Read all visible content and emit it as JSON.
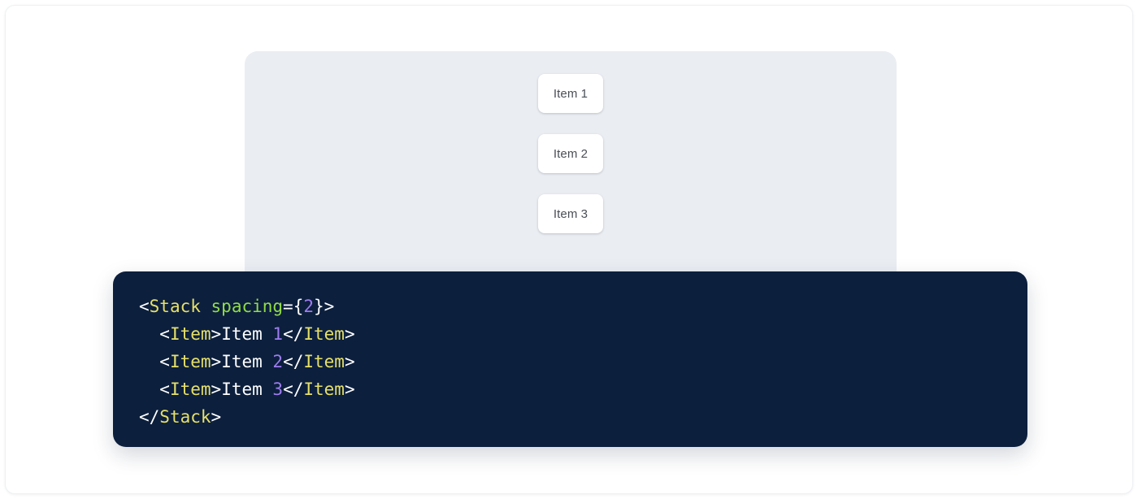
{
  "colors": {
    "page_background": "#ffffff",
    "preview_background": "#eaedf2",
    "item_background": "#ffffff",
    "item_text": "#4a4f57",
    "code_background": "#0c1f3d",
    "code_punctuation": "#ffffff",
    "code_tag": "#e6e069",
    "code_attribute": "#91dd46",
    "code_number": "#9d7cf0",
    "code_text": "#ffffff"
  },
  "preview": {
    "component": "Stack",
    "items": [
      {
        "label": "Item 1"
      },
      {
        "label": "Item 2"
      },
      {
        "label": "Item 3"
      }
    ]
  },
  "code": {
    "language": "jsx",
    "lines": [
      {
        "indent": 0,
        "tokens": [
          {
            "text": "<",
            "type": "punct"
          },
          {
            "text": "Stack",
            "type": "tag"
          },
          {
            "text": " ",
            "type": "punct"
          },
          {
            "text": "spacing",
            "type": "attr"
          },
          {
            "text": "={",
            "type": "punct"
          },
          {
            "text": "2",
            "type": "num"
          },
          {
            "text": "}>",
            "type": "punct"
          }
        ]
      },
      {
        "indent": 1,
        "tokens": [
          {
            "text": "<",
            "type": "punct"
          },
          {
            "text": "Item",
            "type": "tag"
          },
          {
            "text": ">",
            "type": "punct"
          },
          {
            "text": "Item ",
            "type": "text"
          },
          {
            "text": "1",
            "type": "num"
          },
          {
            "text": "</",
            "type": "punct"
          },
          {
            "text": "Item",
            "type": "tag"
          },
          {
            "text": ">",
            "type": "punct"
          }
        ]
      },
      {
        "indent": 1,
        "tokens": [
          {
            "text": "<",
            "type": "punct"
          },
          {
            "text": "Item",
            "type": "tag"
          },
          {
            "text": ">",
            "type": "punct"
          },
          {
            "text": "Item ",
            "type": "text"
          },
          {
            "text": "2",
            "type": "num"
          },
          {
            "text": "</",
            "type": "punct"
          },
          {
            "text": "Item",
            "type": "tag"
          },
          {
            "text": ">",
            "type": "punct"
          }
        ]
      },
      {
        "indent": 1,
        "tokens": [
          {
            "text": "<",
            "type": "punct"
          },
          {
            "text": "Item",
            "type": "tag"
          },
          {
            "text": ">",
            "type": "punct"
          },
          {
            "text": "Item ",
            "type": "text"
          },
          {
            "text": "3",
            "type": "num"
          },
          {
            "text": "</",
            "type": "punct"
          },
          {
            "text": "Item",
            "type": "tag"
          },
          {
            "text": ">",
            "type": "punct"
          }
        ]
      },
      {
        "indent": 0,
        "tokens": [
          {
            "text": "</",
            "type": "punct"
          },
          {
            "text": "Stack",
            "type": "tag"
          },
          {
            "text": ">",
            "type": "punct"
          }
        ]
      }
    ]
  }
}
